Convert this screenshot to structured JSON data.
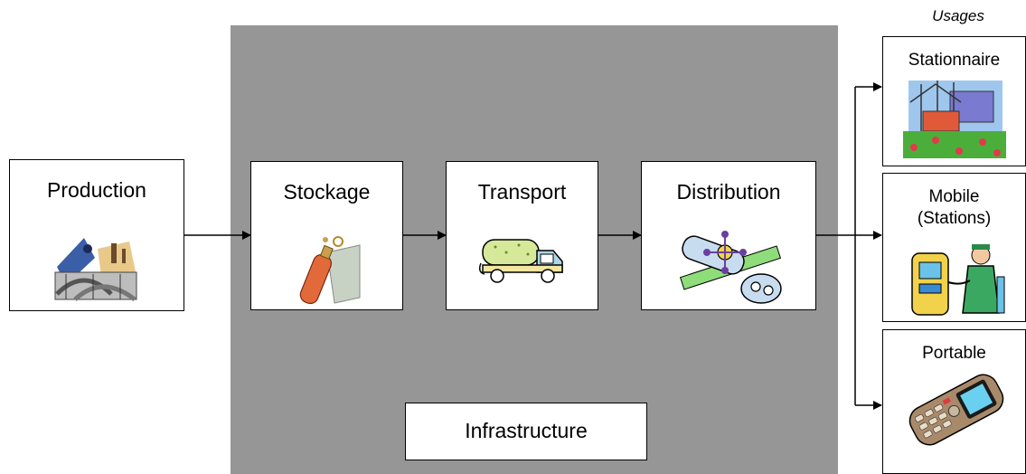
{
  "usages_title": "Usages",
  "infrastructure_label": "Infrastructure",
  "chain": {
    "production": "Production",
    "stockage": "Stockage",
    "transport": "Transport",
    "distribution": "Distribution"
  },
  "usages": {
    "stationnaire": "Stationnaire",
    "mobile": "Mobile (Stations)",
    "portable": "Portable"
  },
  "icons": {
    "production": "industrial-plant-icon",
    "stockage": "gas-cylinder-icon",
    "transport": "tanker-truck-icon",
    "distribution": "pipeline-valve-icon",
    "stationnaire": "power-station-icon",
    "mobile": "fuel-pump-attendant-icon",
    "portable": "mobile-phone-icon"
  },
  "colors": {
    "infrastructure_background": "#969696",
    "box_border": "#000000"
  }
}
